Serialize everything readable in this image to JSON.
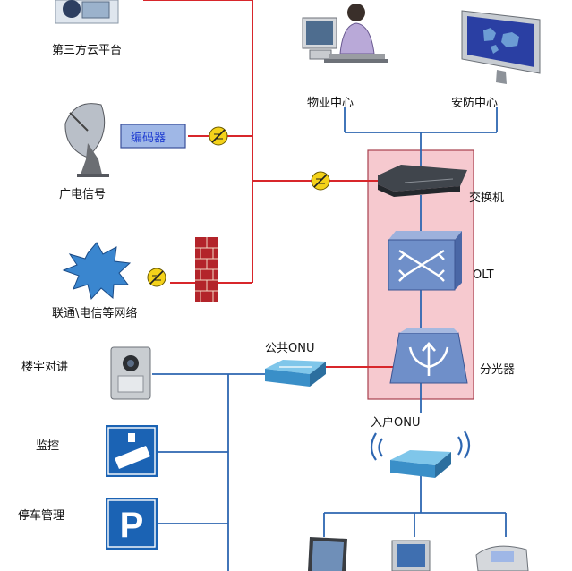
{
  "colors": {
    "red_line": "#d8262b",
    "blue_line": "#2d66b1",
    "highlight": "#f6c9cf",
    "device_blue": "#6f8fc9",
    "sign_blue": "#1b63b4"
  },
  "labels": {
    "third_party_cloud": "第三方云平台",
    "broadcast_signal": "广电信号",
    "encoder": "编码器",
    "unicom_telecom": "联通\\电信等网络",
    "property_center": "物业中心",
    "security_center": "安防中心",
    "switch": "交换机",
    "olt": "OLT",
    "splitter": "分光器",
    "public_onu": "公共ONU",
    "home_onu": "入户ONU",
    "building_intercom": "楼宇对讲",
    "monitoring": "监控",
    "parking_management": "停车管理"
  },
  "icons": {
    "parking_sign": "P"
  }
}
